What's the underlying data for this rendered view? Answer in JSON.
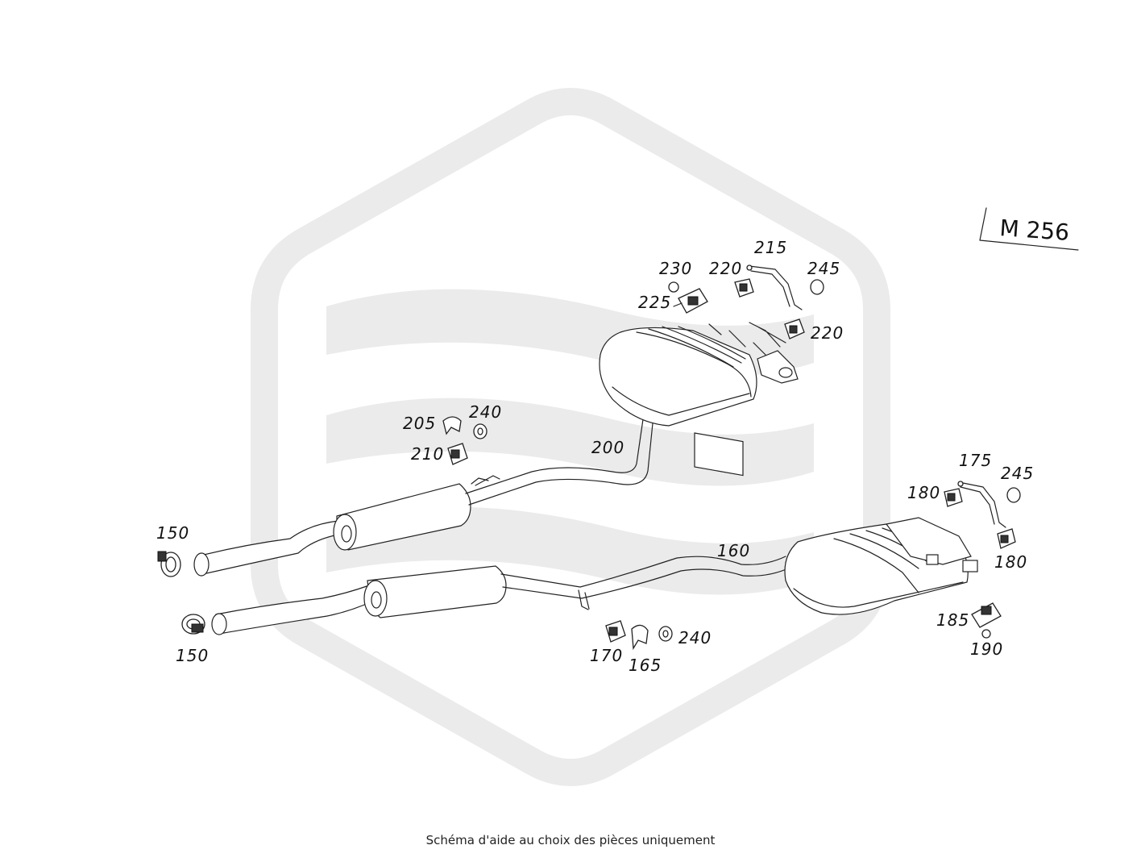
{
  "engine_label": "M 256",
  "footer_note": "Schéma d'aide au choix des pièces uniquement",
  "callouts": [
    {
      "id": "150a",
      "text": "150"
    },
    {
      "id": "150b",
      "text": "150"
    },
    {
      "id": "160",
      "text": "160"
    },
    {
      "id": "165",
      "text": "165"
    },
    {
      "id": "170",
      "text": "170"
    },
    {
      "id": "175",
      "text": "175"
    },
    {
      "id": "180a",
      "text": "180"
    },
    {
      "id": "180b",
      "text": "180"
    },
    {
      "id": "185",
      "text": "185"
    },
    {
      "id": "190",
      "text": "190"
    },
    {
      "id": "200",
      "text": "200"
    },
    {
      "id": "205",
      "text": "205"
    },
    {
      "id": "210",
      "text": "210"
    },
    {
      "id": "215",
      "text": "215"
    },
    {
      "id": "220a",
      "text": "220"
    },
    {
      "id": "220b",
      "text": "220"
    },
    {
      "id": "225",
      "text": "225"
    },
    {
      "id": "230",
      "text": "230"
    },
    {
      "id": "240a",
      "text": "240"
    },
    {
      "id": "240b",
      "text": "240"
    },
    {
      "id": "245a",
      "text": "245"
    },
    {
      "id": "245b",
      "text": "245"
    }
  ]
}
